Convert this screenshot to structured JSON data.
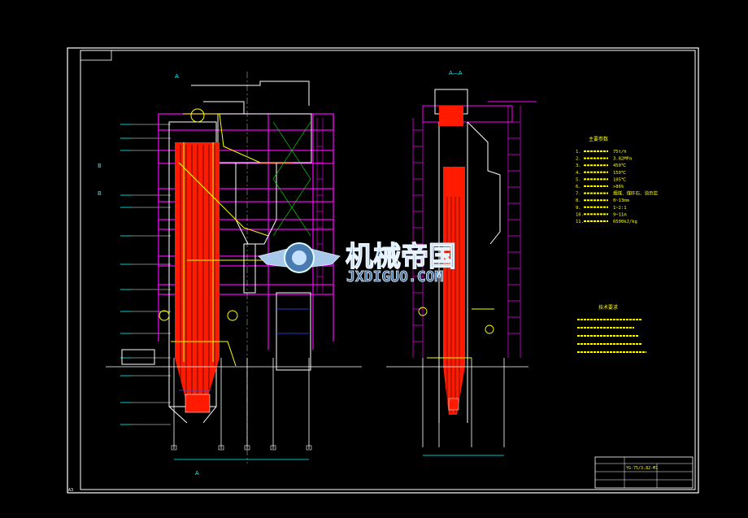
{
  "drawing": {
    "section_label": "A—A",
    "section_mark_left": "A",
    "section_mark_bottom": "A",
    "mark_B_left": "B",
    "mark_B_right": "B",
    "title_block_code": "YG-75/3.82-M1",
    "corner_label": "A3"
  },
  "params": {
    "heading": "主要参数",
    "items": [
      {
        "no": "1",
        "value": "75t/h"
      },
      {
        "no": "2",
        "value": "3.82MPa"
      },
      {
        "no": "3",
        "value": "450℃"
      },
      {
        "no": "4",
        "value": "150℃"
      },
      {
        "no": "5",
        "value": "105℃"
      },
      {
        "no": "6",
        "value": ">86%"
      },
      {
        "no": "7",
        "value": "烟煤、煤矸石、油页岩"
      },
      {
        "no": "8",
        "value": "0~13mm"
      },
      {
        "no": "9",
        "value": "1~2:1"
      },
      {
        "no": "10",
        "value": "9~11m"
      },
      {
        "no": "11",
        "value": "6500kJ/kg"
      }
    ]
  },
  "notes": {
    "heading": "技术要求",
    "lines": [
      "1.",
      "2.",
      "3.",
      "4.",
      "5."
    ]
  },
  "watermark": {
    "brand": "机械帝国",
    "url": "JXDIGUO.COM"
  },
  "colors": {
    "background": "#000000",
    "frame": "#ffffff",
    "furnace": "#ff1a00",
    "structure": "#ff00ff",
    "dimension": "#00ffff",
    "piping": "#ffff00",
    "lines": "#ffffff",
    "green": "#00ff00",
    "blue": "#0000ff"
  }
}
